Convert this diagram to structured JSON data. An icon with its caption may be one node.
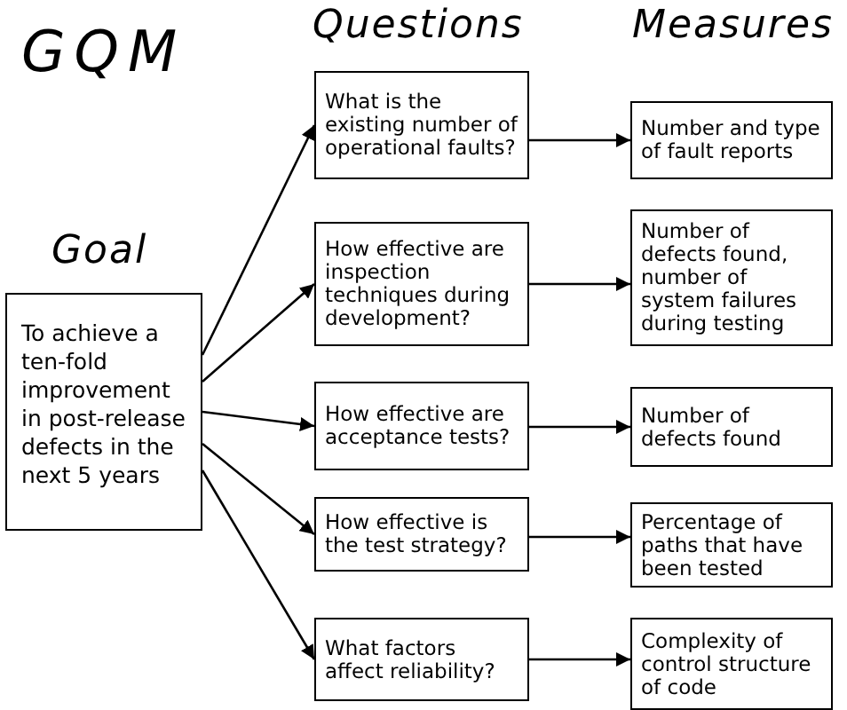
{
  "diagram": {
    "title": "GQM",
    "nodes": [
      {
        "text": [
          "Goal",
          "To achieve a ten-fold improvement in post-release defects in the next 5 years"
        ]
      },
      {
        "text": [
          "What is the existing number of operational faults?"
        ]
      },
      {
        "text": [
          "How effective are inspection techniques during development?"
        ]
      },
      {
        "text": [
          "How effective are acceptance tests?"
        ]
      },
      {
        "text": [
          "How effective is the test strategy?"
        ]
      },
      {
        "text": [
          "What factors affect reliability?"
        ]
      },
      {
        "text": [
          "Number and type of fault reports"
        ]
      },
      {
        "text": [
          "Number of defects found, number of system failures during testing"
        ]
      },
      {
        "text": [
          "Number of defects found"
        ]
      },
      {
        "text": [
          "Percentage of paths that have been tested"
        ]
      },
      {
        "text": [
          "Complexity of control structure of code"
        ]
      }
    ],
    "edges": [
      {
        "from": 0,
        "to": 1,
        "arrow": "to"
      },
      {
        "from": 0,
        "to": 2,
        "arrow": "to"
      },
      {
        "from": 0,
        "to": 3,
        "arrow": "to"
      },
      {
        "from": 0,
        "to": 4,
        "arrow": "to"
      },
      {
        "from": 0,
        "to": 5,
        "arrow": "to"
      },
      {
        "from": 1,
        "to": 6,
        "arrow": "to"
      },
      {
        "from": 2,
        "to": 7,
        "arrow": "to"
      },
      {
        "from": 3,
        "to": 8,
        "arrow": "to"
      },
      {
        "from": 4,
        "to": 9,
        "arrow": "to"
      },
      {
        "from": 5,
        "to": 10,
        "arrow": "to"
      }
    ],
    "labels": [
      "Questions",
      "Measures"
    ]
  }
}
